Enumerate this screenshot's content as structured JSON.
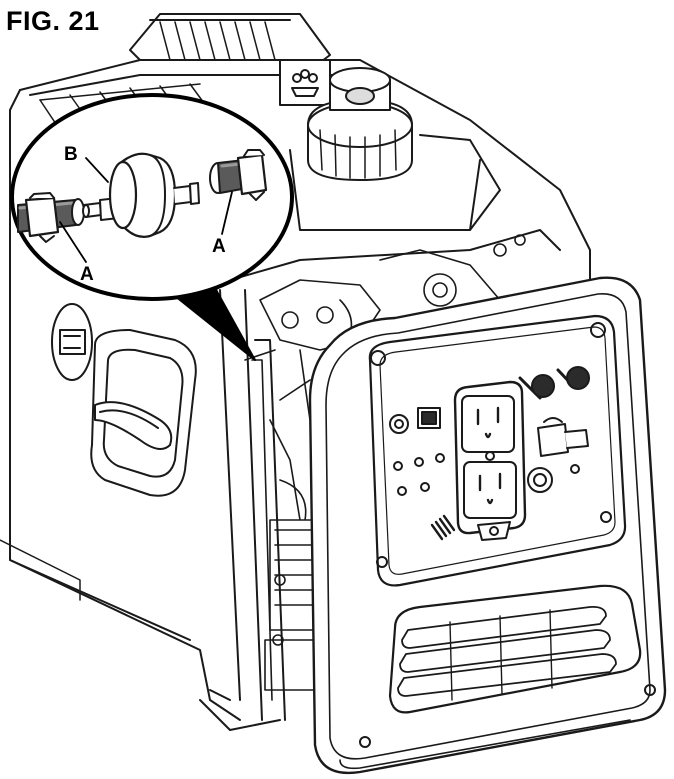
{
  "figure": {
    "title": "FIG. 21",
    "callouts": {
      "a_left": "A",
      "a_right": "A",
      "b": "B"
    }
  },
  "colors": {
    "line": "#1a1a1a",
    "fill": "#ffffff",
    "dark": "#2b2b2b",
    "hose": "#7a7a7a"
  }
}
